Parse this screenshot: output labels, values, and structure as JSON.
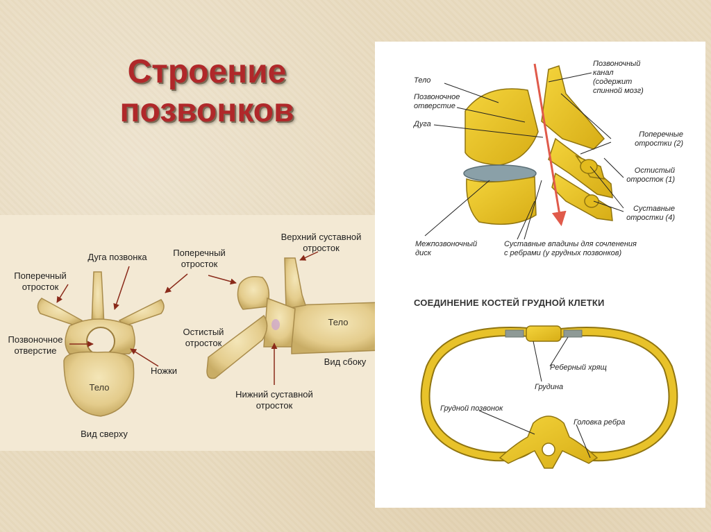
{
  "title": {
    "line1": "Строение",
    "line2": "позвонков"
  },
  "left_panel": {
    "labels": {
      "arch": "Дуга позвонка",
      "transverse_left": "Поперечный\nотросток",
      "transverse_mid": "Поперечный\nотросток",
      "superior_articular": "Верхний суставной\nотросток",
      "foramen": "Позвоночное\nотверстие",
      "body_top": "Тело",
      "pedicles": "Ножки",
      "spinous": "Остистый\nотросток",
      "body_side": "Тело",
      "side_view": "Вид сбоку",
      "inferior_articular": "Нижний суставной\nотросток",
      "top_view": "Вид сверху"
    }
  },
  "right_panel": {
    "labels": {
      "body": "Тело",
      "foramen": "Позвоночное\nотверстие",
      "arch": "Дуга",
      "canal": "Позвоночный\nканал\n(содержит\nспинной мозг)",
      "transverse": "Поперечные\nотростки (2)",
      "spinous": "Остистый\nотросток (1)",
      "articular": "Суставные\nотростки (4)",
      "disc": "Межпозвоночный\nдиск",
      "costal_facets": "Суставные впадины для сочленения\nс ребрами (у грудных позвонков)"
    },
    "thorax": {
      "heading": "СОЕДИНЕНИЕ КОСТЕЙ ГРУДНОЙ КЛЕТКИ",
      "cartilage": "Реберный хрящ",
      "sternum": "Грудина",
      "vertebra": "Грудной позвонок",
      "rib_head": "Головка ребра"
    }
  },
  "colors": {
    "bone": "#e7cf8e",
    "bone_dark": "#b89a4d",
    "yellow": "#e8c22a",
    "yellow_dark": "#a88a12",
    "arrow": "#e05a4a",
    "title": "#b0282a"
  }
}
